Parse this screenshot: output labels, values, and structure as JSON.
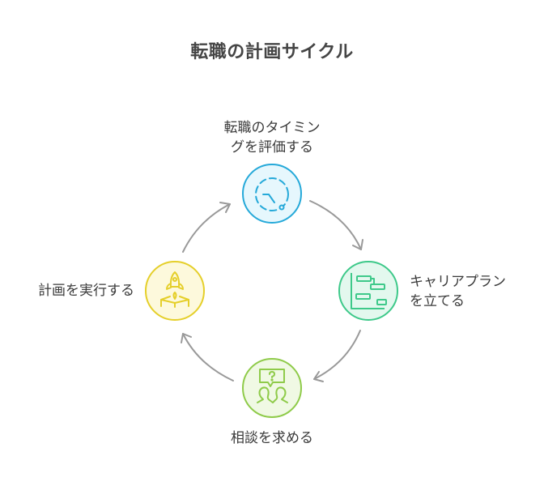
{
  "title": "転職の計画サイクル",
  "nodes": [
    {
      "id": "assess",
      "label_line1": "転職のタイミン",
      "label_line2": "グを評価する",
      "icon": "clock-icon",
      "stroke": "#25a9d9",
      "fill": "#e6f7fd"
    },
    {
      "id": "plan",
      "label_line1": "キャリアプラン",
      "label_line2": "を立てる",
      "icon": "gantt-chart-icon",
      "stroke": "#3ec98a",
      "fill": "#e3f8ee"
    },
    {
      "id": "consult",
      "label_line1": "相談を求める",
      "icon": "people-question-icon",
      "stroke": "#8fcb4a",
      "fill": "#f0f9e4"
    },
    {
      "id": "execute",
      "label_line1": "計画を実行する",
      "icon": "rocket-launch-icon",
      "stroke": "#e5cf2a",
      "fill": "#fdf9dc"
    }
  ],
  "arrow_color": "#999999"
}
